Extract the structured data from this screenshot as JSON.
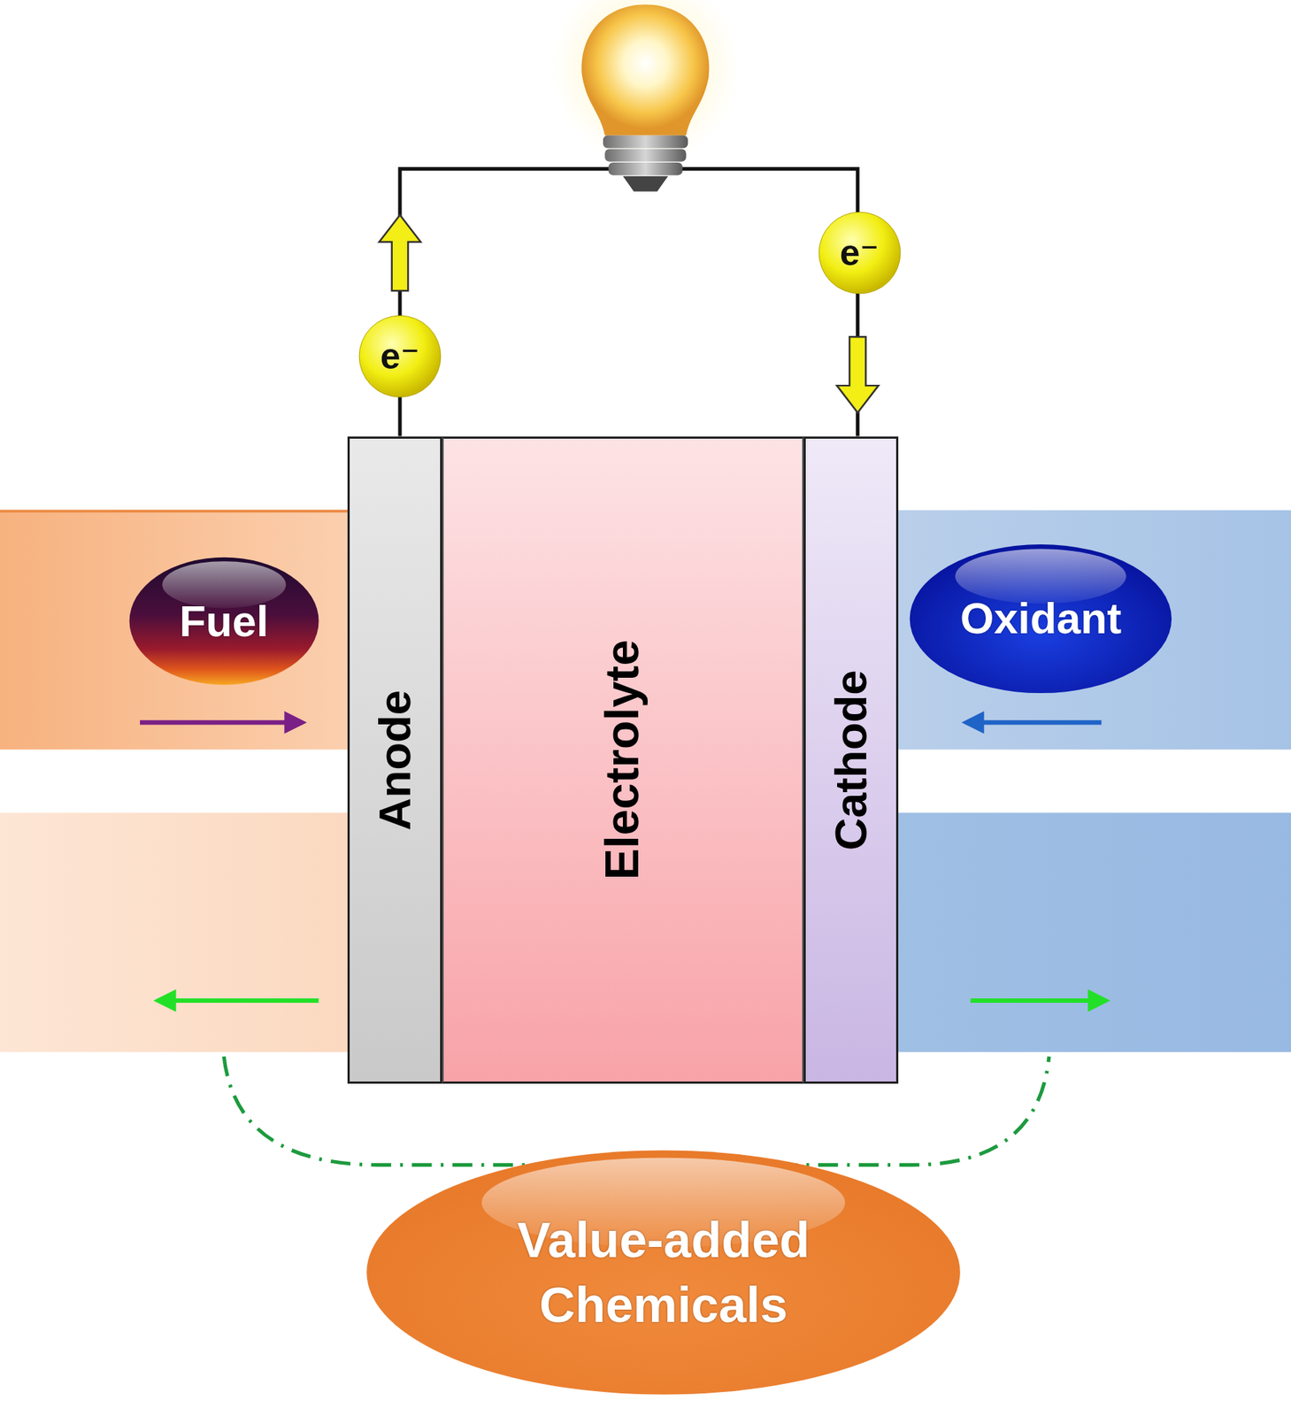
{
  "diagram": {
    "nodes": [
      {
        "text": [
          "e⁻"
        ]
      },
      {
        "text": [
          "e⁻"
        ]
      },
      {
        "text": [
          "Fuel"
        ]
      },
      {
        "text": [
          "Anode"
        ]
      },
      {
        "text": [
          "Electrolyte"
        ]
      },
      {
        "text": [
          "Cathode"
        ]
      },
      {
        "text": [
          "Oxidant"
        ]
      },
      {
        "text": [
          "Value-added Chemicals"
        ]
      }
    ]
  }
}
